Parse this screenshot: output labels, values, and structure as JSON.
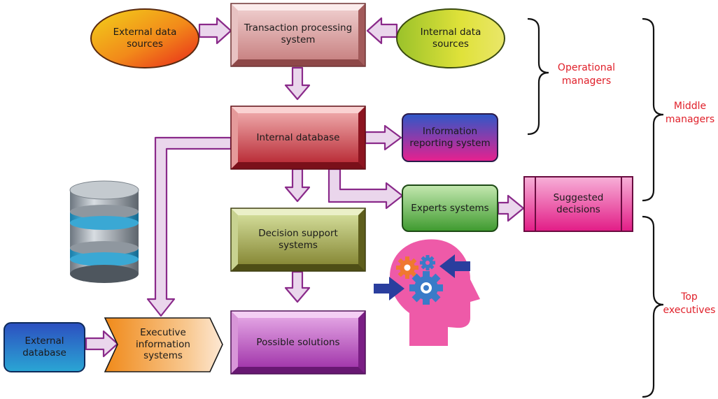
{
  "nodes": {
    "external_data_sources": "External data\nsources",
    "transaction_processing_system": "Transaction processing\nsystem",
    "internal_data_sources": "Internal data\nsources",
    "internal_database": "Internal database",
    "information_reporting_system": "Information\nreporting system",
    "experts_systems": "Experts systems",
    "suggested_decisions": "Suggested\ndecisions",
    "decision_support_systems": "Decision support\nsystems",
    "possible_solutions": "Possible solutions",
    "external_database": "External\ndatabase",
    "executive_information_systems": "Executive\ninformation\nsystems"
  },
  "levels": {
    "operational_managers": "Operational\nmanagers",
    "middle_managers": "Middle\nmanagers",
    "top_executives": "Top\nexecutives"
  },
  "colors": {
    "arrow_fill": "#ead6ec",
    "arrow_stroke": "#8a2a8a",
    "level_label": "#e0202a",
    "icon_head": "#ee5aa8",
    "icon_gear_blue": "#3a7bc8",
    "icon_gear_orange": "#f07830",
    "icon_arrow": "#2a3e9e"
  },
  "icons": [
    "database-icon",
    "head-gears-icon"
  ]
}
